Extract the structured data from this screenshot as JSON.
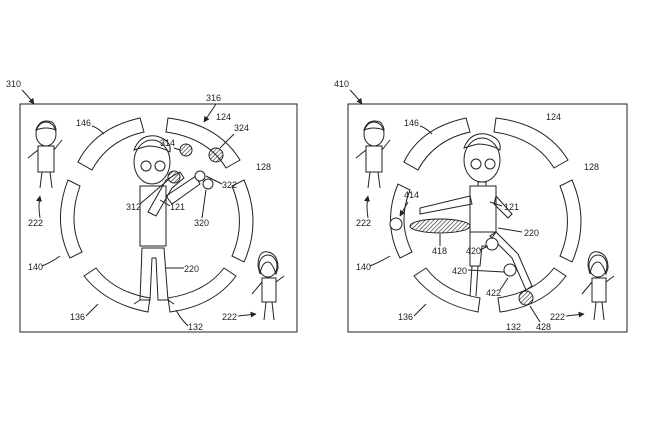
{
  "left_panel": {
    "ref": "310",
    "labels": {
      "l146": "146",
      "l316": "316",
      "l124": "124",
      "l324": "324",
      "l314": "314",
      "l128": "128",
      "l322": "322",
      "l312": "312",
      "l121": "121",
      "l320": "320",
      "l222a": "222",
      "l140": "140",
      "l220": "220",
      "l136": "136",
      "l132": "132",
      "l222b": "222"
    }
  },
  "right_panel": {
    "ref": "410",
    "labels": {
      "l146": "146",
      "l124": "124",
      "l128": "128",
      "l414": "414",
      "l121": "121",
      "l222a": "222",
      "l220": "220",
      "l418": "418",
      "l420a": "420",
      "l420b": "420",
      "l140": "140",
      "l422": "422",
      "l136": "136",
      "l222b": "222",
      "l132": "132",
      "l428": "428"
    }
  }
}
